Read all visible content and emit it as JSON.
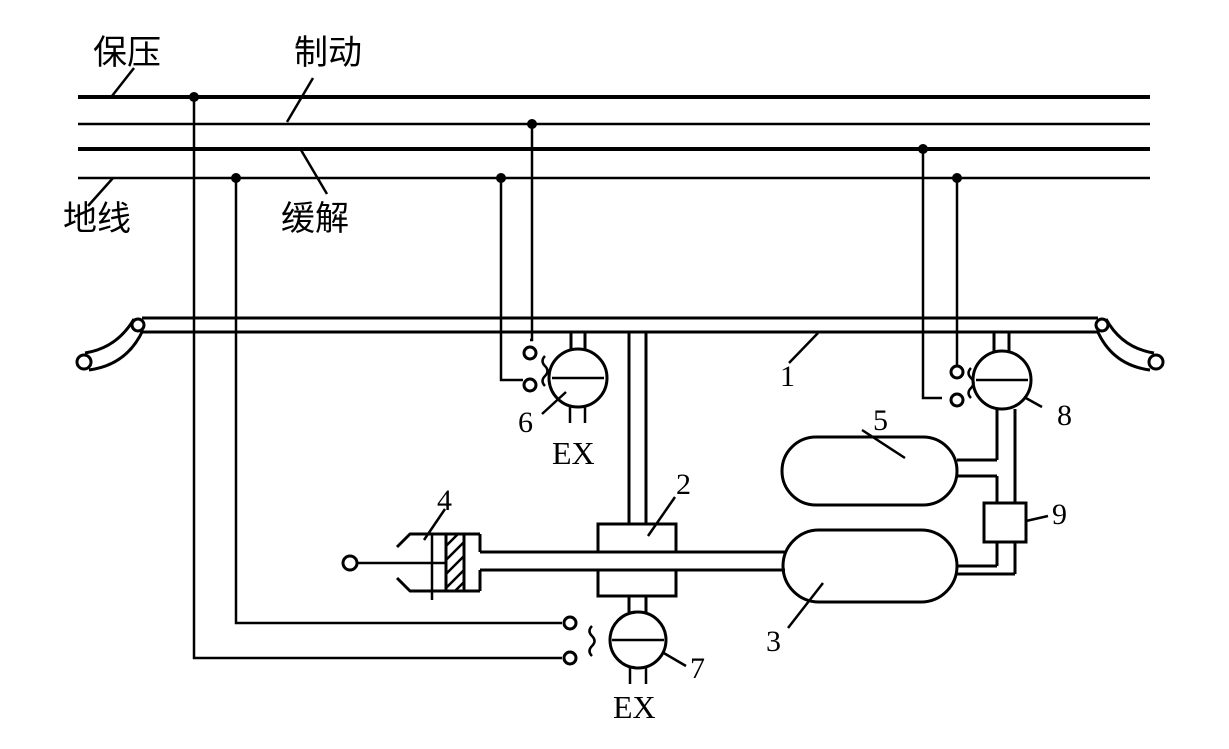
{
  "line_labels": {
    "holding": "保压",
    "braking": "制动",
    "ground": "地线",
    "release": "缓解"
  },
  "component_numbers": {
    "n1": "1",
    "n2": "2",
    "n3": "3",
    "n4": "4",
    "n5": "5",
    "n6": "6",
    "n7": "7",
    "n8": "8",
    "n9": "9"
  },
  "exhaust_labels": {
    "valve6": "EX",
    "valve7": "EX"
  }
}
